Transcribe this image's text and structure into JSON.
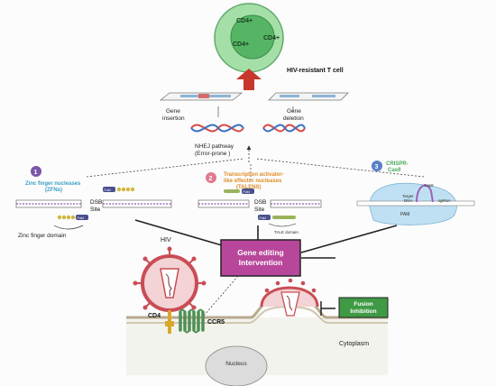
{
  "cell": {
    "label_1": "CD4+",
    "label_2": "CD4+",
    "label_3": "CD4+"
  },
  "result": {
    "label": "HIV-resistant T cell"
  },
  "outcomes": {
    "insertion": "Gene\ninsertion",
    "deletion": "Gene\ndeletion"
  },
  "nhej": {
    "label": "NHEJ pathway\n(Error-prone )"
  },
  "methods": {
    "zfn": {
      "number": "1",
      "name": "Zinc finger nucleases\n(ZFNs)",
      "fok": "FokI",
      "dsb": "DSB\nSite",
      "domain": "Zinc finger domain"
    },
    "talen": {
      "number": "2",
      "name": "Transcription activator-\nlike effector nucleases\n(TALENS)",
      "fok": "FokI",
      "dsb": "DSB\nSite",
      "domain": "TALE domain"
    },
    "crispr": {
      "number": "3",
      "name": "CRISPR-\nCas9",
      "cas9": "Cas9",
      "target": "Target\nDNA",
      "sgrna": "sgRNA",
      "pam": "PAM"
    }
  },
  "center": {
    "label": "Gene editing\nIntervention"
  },
  "virus": {
    "label": "HIV"
  },
  "receptors": {
    "cd4": "CD4",
    "ccr5": "CCR5"
  },
  "fusion": {
    "label": "Fusion\nInhibition"
  },
  "cytoplasm": {
    "label": "Cytoplasm"
  },
  "nucleus": {
    "label": "Nucleus"
  },
  "colors": {
    "cell_outer": "#a5dfa8",
    "cell_inner": "#55b564",
    "arrow_red": "#c8372d",
    "center_box": "#b8479b",
    "fusion_box": "#3f9a45",
    "virus": "#c94d55",
    "receptor": "#4f8f55",
    "cd4": "#d8a72d",
    "zfn_label": "#3aa0c7",
    "talen_label": "#e08c24",
    "crispr_label": "#4aa85a"
  }
}
